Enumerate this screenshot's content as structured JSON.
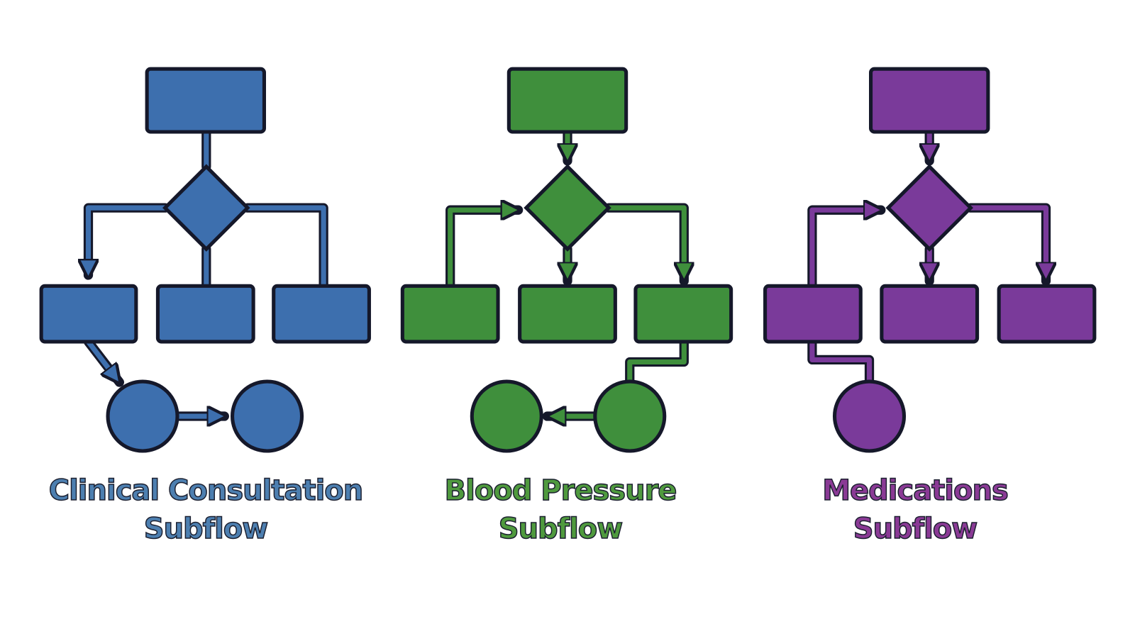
{
  "subflows": [
    {
      "title_line1": "Clinical Consultation",
      "title_line2": "Subflow",
      "color": "#3d6fae"
    },
    {
      "title_line1": "Blood Pressure",
      "title_line2": "Subflow",
      "color": "#3f8f3c"
    },
    {
      "title_line1": "Medications",
      "title_line2": "Subflow",
      "color": "#7a3a9a"
    }
  ]
}
